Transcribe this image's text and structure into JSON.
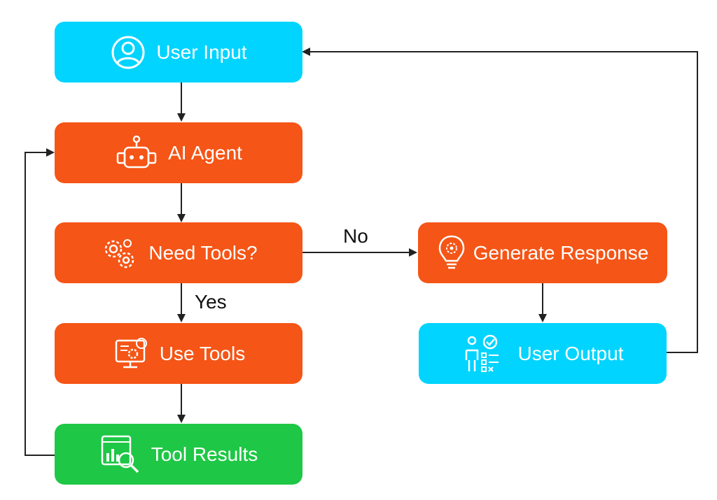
{
  "colors": {
    "io": "#00d4ff",
    "process": "#f55516",
    "result": "#1ec745",
    "connector": "#222222"
  },
  "nodes": {
    "user_input": {
      "label": "User Input",
      "icon": "user-icon"
    },
    "ai_agent": {
      "label": "AI Agent",
      "icon": "robot-icon"
    },
    "need_tools": {
      "label": "Need Tools?",
      "icon": "gears-icon"
    },
    "use_tools": {
      "label": "Use Tools",
      "icon": "monitor-tools-icon"
    },
    "tool_results": {
      "label": "Tool Results",
      "icon": "analytics-search-icon"
    },
    "generate_response": {
      "label": "Generate Response",
      "icon": "lightbulb-icon"
    },
    "user_output": {
      "label": "User Output",
      "icon": "user-checklist-icon"
    }
  },
  "edges": {
    "no_label": "No",
    "yes_label": "Yes"
  }
}
